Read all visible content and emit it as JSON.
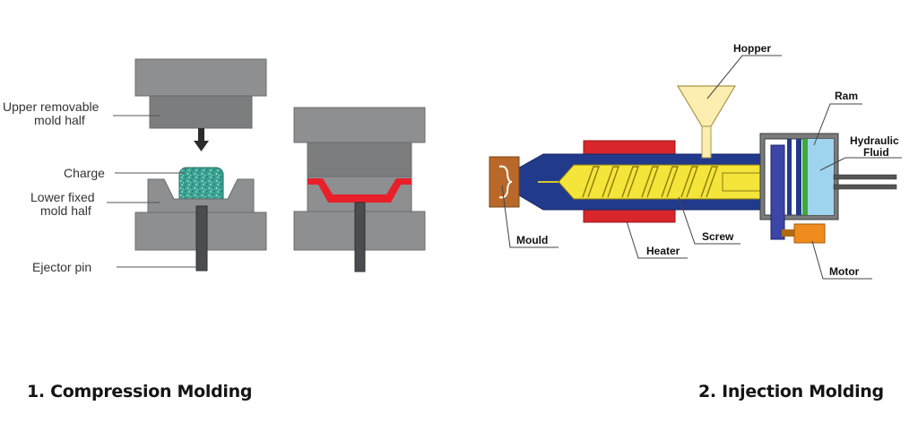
{
  "compression": {
    "labels": {
      "upper_line1": "Upper removable",
      "upper_line2": "mold half",
      "charge": "Charge",
      "lower_line1": "Lower fixed",
      "lower_line2": "mold half",
      "ejector": "Ejector pin"
    },
    "caption": "1. Compression Molding",
    "colors": {
      "mold": "#8e8f90",
      "mold_dark": "#6b6c6d",
      "charge": "#3aa393",
      "part": "#e8202a"
    }
  },
  "injection": {
    "labels": {
      "hopper": "Hopper",
      "ram": "Ram",
      "fluid_line1": "Hydraulic",
      "fluid_line2": "Fluid",
      "mould": "Mould",
      "heater": "Heater",
      "screw": "Screw",
      "motor": "Motor"
    },
    "caption": "2. Injection Molding",
    "colors": {
      "barrel": "#223a8c",
      "screw": "#f5e43a",
      "heater": "#d8262b",
      "mould": "#b8692a",
      "motor": "#f08b1e",
      "fluid": "#9fd4ef",
      "ram_green": "#3ea83e",
      "hopper": "#fbeeb0"
    }
  }
}
